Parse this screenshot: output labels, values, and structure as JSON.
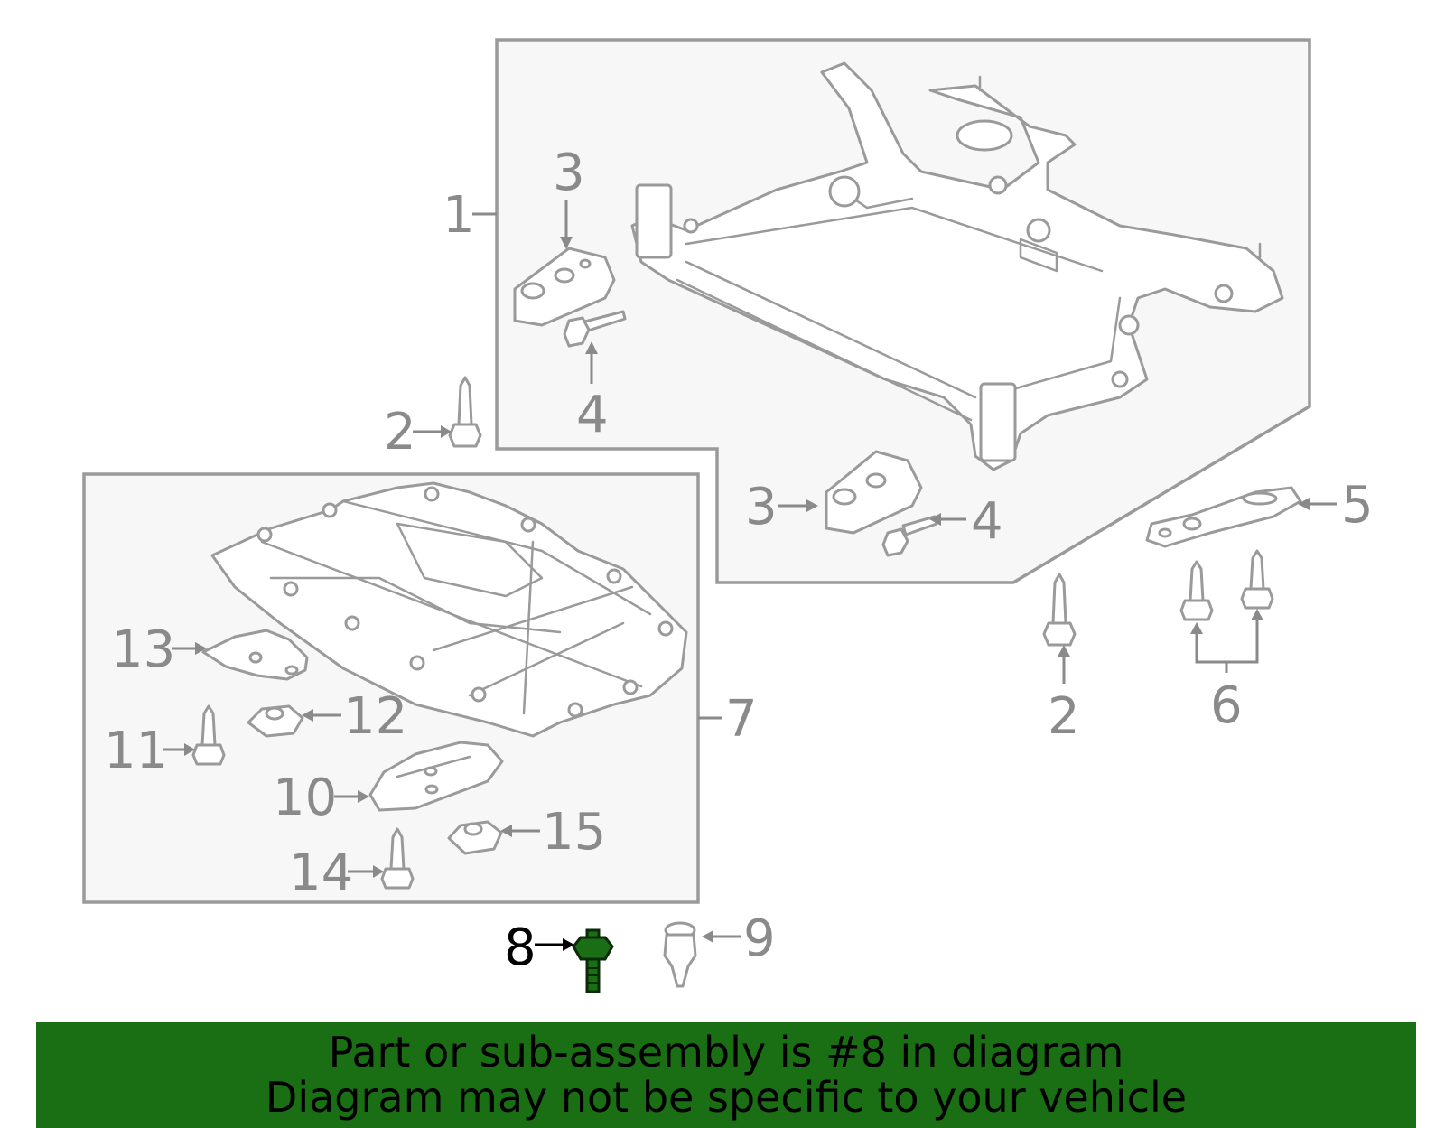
{
  "colors": {
    "banner_bg": "#1a6e14",
    "highlight_part": "#1a6e14",
    "line_gray": "#9a9a9a",
    "box_fill": "#f7f7f7"
  },
  "callouts": {
    "c1": "1",
    "c2a": "2",
    "c2b": "2",
    "c3a": "3",
    "c3b": "3",
    "c4a": "4",
    "c4b": "4",
    "c5": "5",
    "c6": "6",
    "c7": "7",
    "c8": "8",
    "c9": "9",
    "c10": "10",
    "c11": "11",
    "c12": "12",
    "c13": "13",
    "c14": "14",
    "c15": "15"
  },
  "highlighted_part": "8",
  "banner": {
    "line1": "Part or sub-assembly is #8 in diagram",
    "line2": "Diagram may not be specific to your vehicle"
  }
}
